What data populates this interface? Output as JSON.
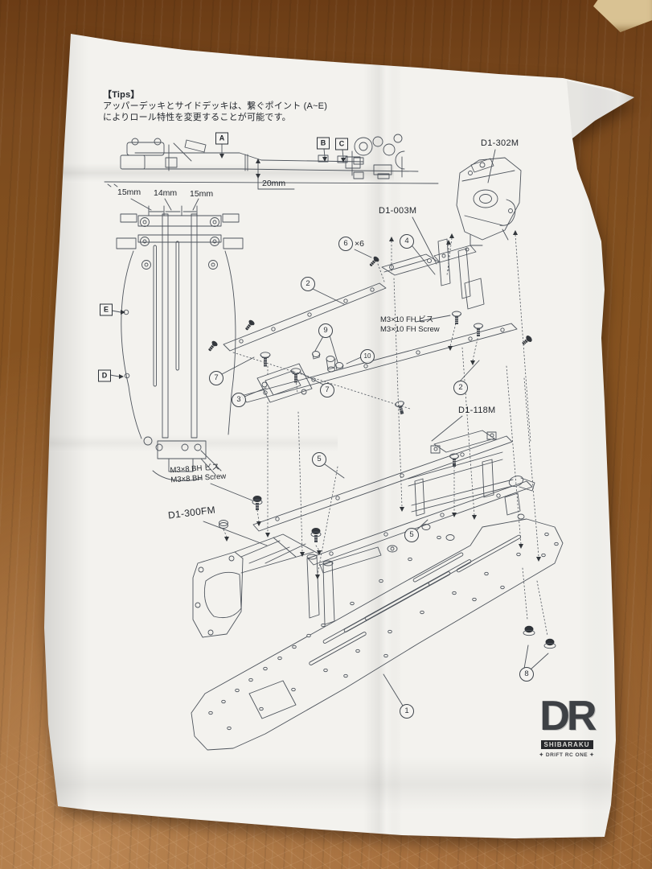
{
  "tips": {
    "heading": "【Tips】",
    "line1": "アッパーデッキとサイドデッキは、繋ぐポイント (A~E)",
    "line2": "によりロール特性を変更することが可能です。"
  },
  "points": {
    "a": "A",
    "b": "B",
    "c": "C",
    "d": "D",
    "e": "E"
  },
  "dimensions": {
    "width_front": "15mm",
    "width_center": "14mm",
    "width_rear": "15mm",
    "deck_offset": "20mm"
  },
  "parts": {
    "gearbox_label": "D1-302M",
    "mount_label": "D1-003M",
    "rear_unit_label": "D1-118M",
    "motor_mount_label": "D1-300FM"
  },
  "hardware": {
    "fh_jp": "M3×10 FH ビス",
    "fh_en": "M3×10 FH Screw",
    "bh_jp": "M3×8 BH ビス",
    "bh_en": "M3×8 BH Screw",
    "qty6": "×6"
  },
  "callouts": {
    "n1": "1",
    "n2": "2",
    "n3": "3",
    "n4": "4",
    "n5": "5",
    "n6": "6",
    "n7": "7",
    "n8": "8",
    "n9": "9",
    "n10": "10"
  },
  "logo": {
    "main": "DR",
    "brand": "SHIBARAKU",
    "tagline": "✦ DRIFT RC ONE ✦"
  }
}
